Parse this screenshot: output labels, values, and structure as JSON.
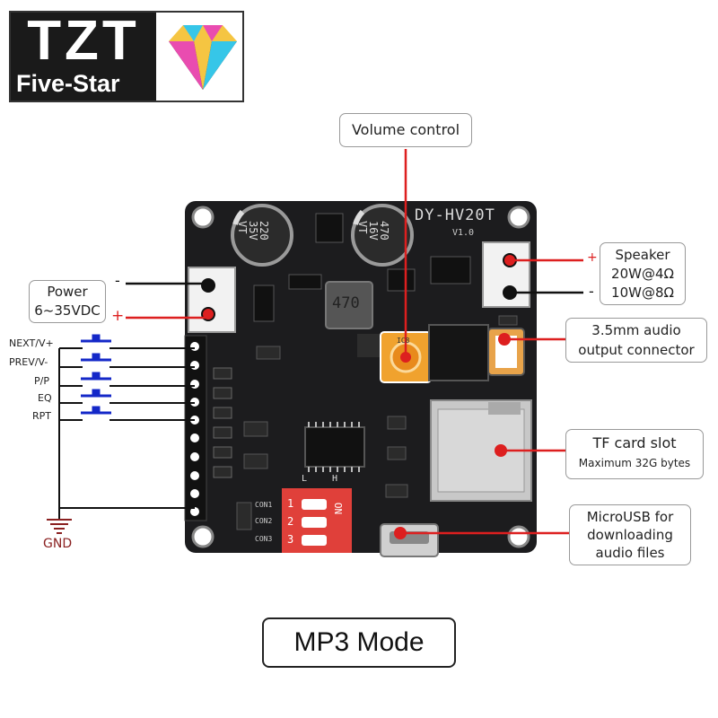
{
  "logo": {
    "brand": "TZT",
    "tagline": "Five-Star"
  },
  "board": {
    "model": "DY-HV20T",
    "version": "V1.0",
    "inductor": "470",
    "cap_left": [
      "220",
      "35V",
      "VT"
    ],
    "cap_right": [
      "470",
      "16V",
      "VT"
    ],
    "ic_label": "IC8",
    "con_labels": [
      "CON1",
      "CON2",
      "CON3"
    ],
    "dip_numbers": [
      "1",
      "2",
      "3"
    ],
    "dip_on": "ON",
    "dip_l": "L",
    "dip_h": "H"
  },
  "callouts": {
    "volume": "Volume control",
    "power": [
      "Power",
      "6~35VDC"
    ],
    "speaker": [
      "Speaker",
      "20W@4Ω",
      "10W@8Ω"
    ],
    "audio": [
      "3.5mm audio",
      "output connector"
    ],
    "tf": [
      "TF card slot",
      "Maximum 32G bytes"
    ],
    "usb": [
      "MicroUSB for",
      "downloading",
      "audio files"
    ]
  },
  "polarity": {
    "minus": "-",
    "plus": "+"
  },
  "buttons": [
    "NEXT/V+",
    "PREV/V-",
    "P/P",
    "EQ",
    "RPT"
  ],
  "ground": "GND",
  "mode": "MP3 Mode",
  "colors": {
    "pcb": "#1c1c1e",
    "leader": "#dd1f1f",
    "button": "#1428c8",
    "gnd": "#8a2020",
    "dip": "#e0403a"
  }
}
